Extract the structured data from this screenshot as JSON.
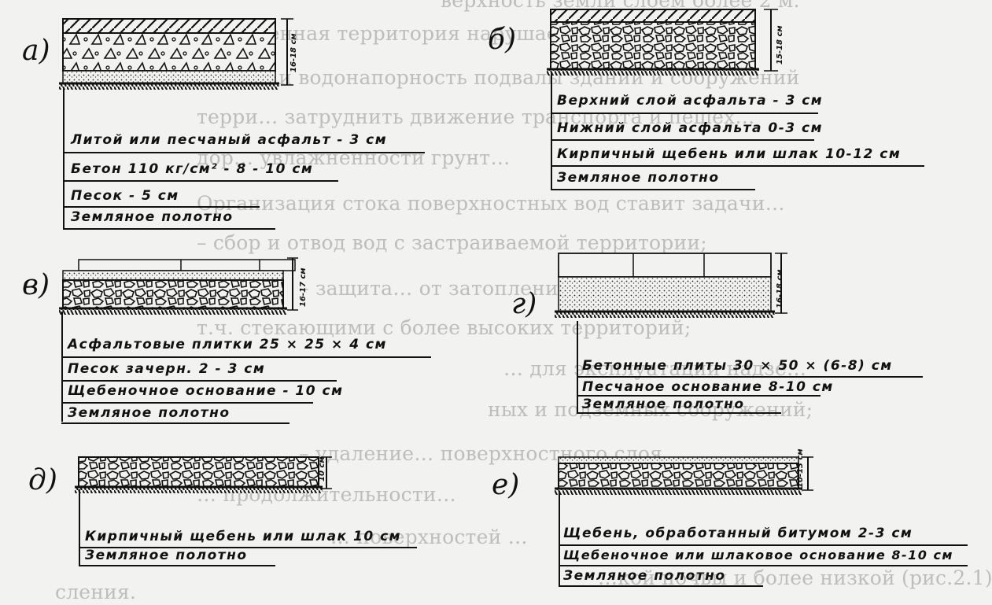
{
  "background_text": [
    "верхность земли слоем более 2 м.",
    "Застроенная территория нарушает естественное …",
    "ностью и водонапорность подвалы зданий и сооружений",
    "терри… затруднить движение транспорта и пешех…",
    "дор… увлажненности грунт…",
    "Организация стока поверхностных вод ставит задачи…",
    "– сбор и отвод вод с застраиваемой территории;",
    "– защита… от затопления пов…",
    "т.ч. стекающими с более высоких территорий;",
    "… для эксплуатации надзе…",
    "ных и подземных сооружений;",
    "– удаление… поверхностного слоя…",
    "… продолжительности…",
    "… поверхностей …",
    "…кой почвы и более низкой (рис.2.1)",
    "сления."
  ],
  "panels": {
    "a": {
      "letter": "а)",
      "thickness": "16-18 см",
      "layers": [
        "Литой или песчаный асфальт - 3 см",
        "Бетон 110 кг/см² - 8 - 10 см",
        "Песок - 5 см",
        "Земляное полотно"
      ]
    },
    "b": {
      "letter": "б)",
      "thickness": "15-18 см",
      "layers": [
        "Верхний слой асфальта - 3 см",
        "Нижний слой асфальта 0-3 см",
        "Кирпичный щебень или шлак 10-12 см",
        "Земляное полотно"
      ]
    },
    "v": {
      "letter": "в)",
      "thickness": "16-17 см",
      "layers": [
        "Асфальтовые плитки 25 × 25 × 4 см",
        "Песок зачерн. 2 - 3 см",
        "Щебеночное основание - 10 см",
        "Земляное полотно"
      ]
    },
    "g": {
      "letter": "г)",
      "thickness": "16-18 см",
      "layers": [
        "Бетонные плиты 30 × 50 × (6-8) см",
        "Песчаное основание 8-10 см",
        "Земляное полотно"
      ]
    },
    "d": {
      "letter": "д)",
      "thickness": "10 см",
      "layers": [
        "Кирпичный щебень или шлак 10 см",
        "Земляное полотно"
      ]
    },
    "e": {
      "letter": "е)",
      "thickness": "10-13 см",
      "layers": [
        "Щебень, обработанный битумом 2-3 см",
        "Щебеночное или шлаковое основание 8-10 см",
        "Земляное полотно"
      ]
    }
  }
}
